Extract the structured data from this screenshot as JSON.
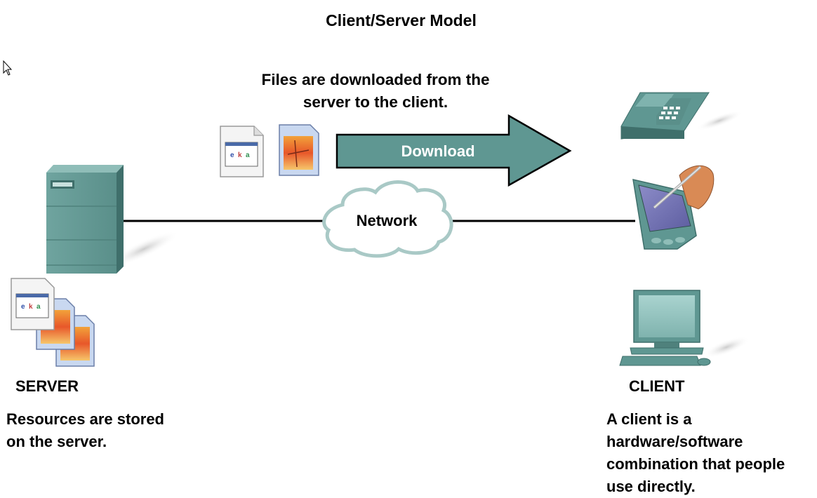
{
  "title": "Client/Server Model",
  "caption_line1": "Files are downloaded from the",
  "caption_line2": "server to the client.",
  "arrow_label": "Download",
  "cloud_label": "Network",
  "server_label": "SERVER",
  "server_desc_line1": "Resources are stored",
  "server_desc_line2": "on the server.",
  "client_label": "CLIENT",
  "client_desc_line1": "A client is a",
  "client_desc_line2": "hardware/software",
  "client_desc_line3": "combination that people",
  "client_desc_line4": "use directly.",
  "icons": {
    "server": "server-tower-icon",
    "files": "document-file-icon",
    "phone": "ip-phone-icon",
    "pda": "pda-stylus-icon",
    "pc": "desktop-pc-icon",
    "cursor": "mouse-cursor-icon"
  },
  "colors": {
    "teal": "#5f9792",
    "teal_dark": "#3f6f6b",
    "teal_light": "#8fbdb8",
    "cloud_stroke": "#a9c9c6"
  }
}
